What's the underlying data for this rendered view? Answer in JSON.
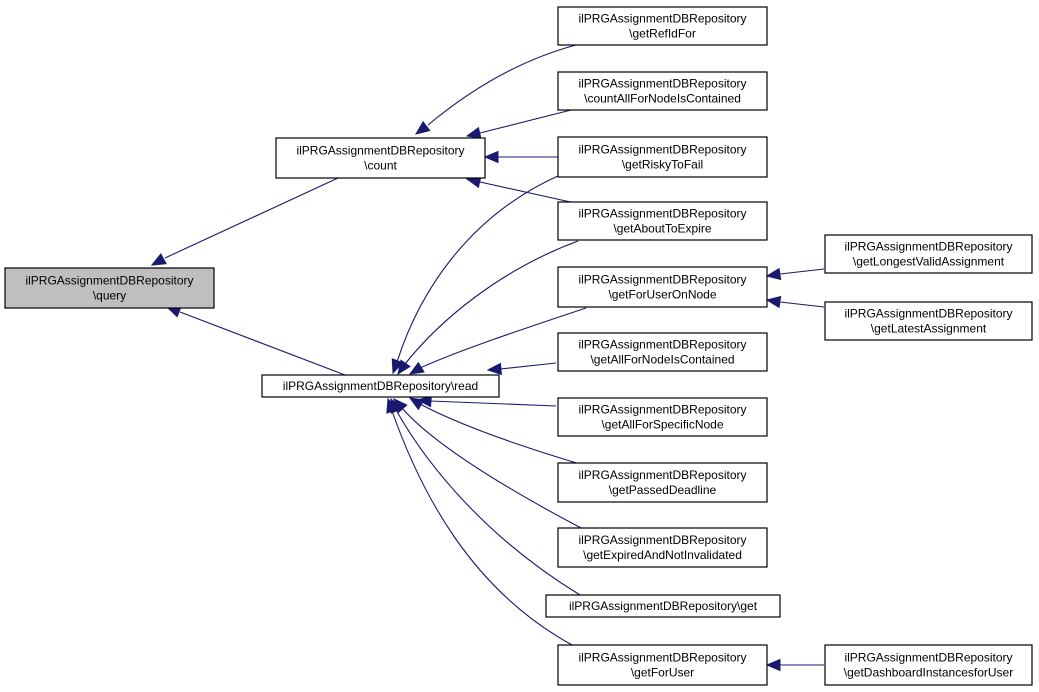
{
  "diagram": {
    "type": "call-graph",
    "edge_color": "#191970",
    "root_fill": "#bfbfbf",
    "node_fill": "#ffffff",
    "nodes": [
      {
        "id": "query",
        "lines": [
          "ilPRGAssignmentDBRepository",
          "\\query"
        ],
        "root": true
      },
      {
        "id": "count",
        "lines": [
          "ilPRGAssignmentDBRepository",
          "\\count"
        ]
      },
      {
        "id": "read",
        "lines": [
          "ilPRGAssignmentDBRepository\\read"
        ]
      },
      {
        "id": "getRefIdFor",
        "lines": [
          "ilPRGAssignmentDBRepository",
          "\\getRefIdFor"
        ]
      },
      {
        "id": "countAllForNodeIsContained",
        "lines": [
          "ilPRGAssignmentDBRepository",
          "\\countAllForNodeIsContained"
        ]
      },
      {
        "id": "getRiskyToFail",
        "lines": [
          "ilPRGAssignmentDBRepository",
          "\\getRiskyToFail"
        ]
      },
      {
        "id": "getAboutToExpire",
        "lines": [
          "ilPRGAssignmentDBRepository",
          "\\getAboutToExpire"
        ]
      },
      {
        "id": "getForUserOnNode",
        "lines": [
          "ilPRGAssignmentDBRepository",
          "\\getForUserOnNode"
        ]
      },
      {
        "id": "getAllForNodeIsContained",
        "lines": [
          "ilPRGAssignmentDBRepository",
          "\\getAllForNodeIsContained"
        ]
      },
      {
        "id": "getAllForSpecificNode",
        "lines": [
          "ilPRGAssignmentDBRepository",
          "\\getAllForSpecificNode"
        ]
      },
      {
        "id": "getPassedDeadline",
        "lines": [
          "ilPRGAssignmentDBRepository",
          "\\getPassedDeadline"
        ]
      },
      {
        "id": "getExpiredAndNotInvalidated",
        "lines": [
          "ilPRGAssignmentDBRepository",
          "\\getExpiredAndNotInvalidated"
        ]
      },
      {
        "id": "get",
        "lines": [
          "ilPRGAssignmentDBRepository\\get"
        ]
      },
      {
        "id": "getForUser",
        "lines": [
          "ilPRGAssignmentDBRepository",
          "\\getForUser"
        ]
      },
      {
        "id": "getLongestValidAssignment",
        "lines": [
          "ilPRGAssignmentDBRepository",
          "\\getLongestValidAssignment"
        ]
      },
      {
        "id": "getLatestAssignment",
        "lines": [
          "ilPRGAssignmentDBRepository",
          "\\getLatestAssignment"
        ]
      },
      {
        "id": "getDashboardInstancesforUser",
        "lines": [
          "ilPRGAssignmentDBRepository",
          "\\getDashboardInstancesforUser"
        ]
      }
    ],
    "edges": [
      {
        "from": "count",
        "to": "query"
      },
      {
        "from": "read",
        "to": "query"
      },
      {
        "from": "getRefIdFor",
        "to": "count"
      },
      {
        "from": "countAllForNodeIsContained",
        "to": "count"
      },
      {
        "from": "getRiskyToFail",
        "to": "count"
      },
      {
        "from": "getAboutToExpire",
        "to": "count"
      },
      {
        "from": "getRiskyToFail",
        "to": "read"
      },
      {
        "from": "getAboutToExpire",
        "to": "read"
      },
      {
        "from": "getForUserOnNode",
        "to": "read"
      },
      {
        "from": "getAllForNodeIsContained",
        "to": "read"
      },
      {
        "from": "getAllForSpecificNode",
        "to": "read"
      },
      {
        "from": "getPassedDeadline",
        "to": "read"
      },
      {
        "from": "getExpiredAndNotInvalidated",
        "to": "read"
      },
      {
        "from": "get",
        "to": "read"
      },
      {
        "from": "getForUser",
        "to": "read"
      },
      {
        "from": "getLongestValidAssignment",
        "to": "getForUserOnNode"
      },
      {
        "from": "getLatestAssignment",
        "to": "getForUserOnNode"
      },
      {
        "from": "getDashboardInstancesforUser",
        "to": "getForUser"
      }
    ]
  }
}
